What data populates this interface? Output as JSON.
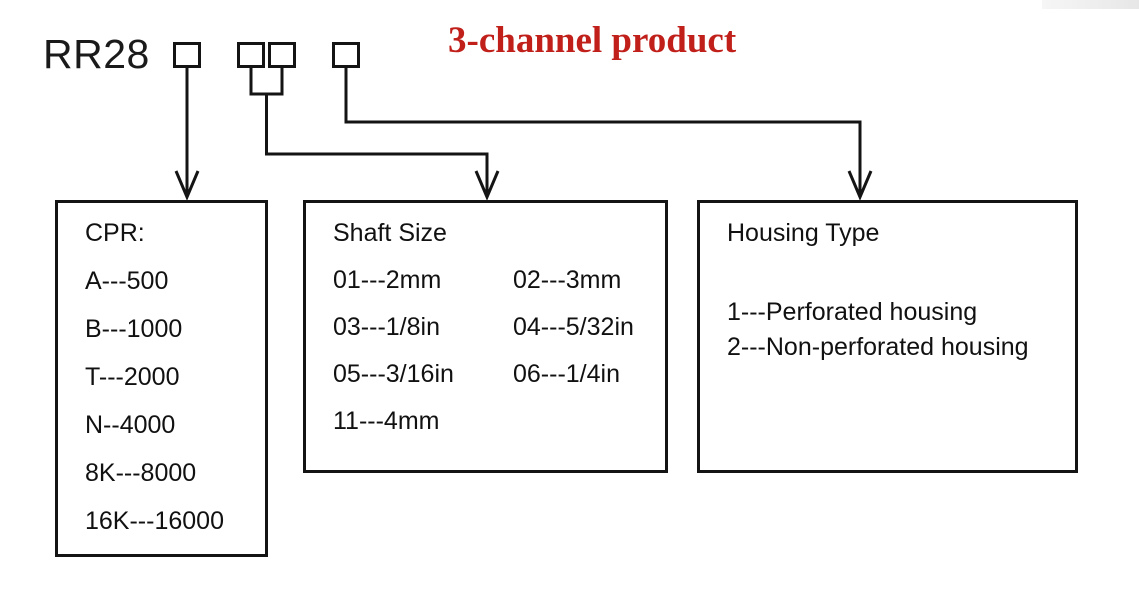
{
  "header": {
    "model": "RR28",
    "channel_label": "3-channel product"
  },
  "colors": {
    "line_black": "#141414",
    "label_red": "#c01f1a"
  },
  "cpr": {
    "title": "CPR:",
    "options": [
      "A---500",
      "B---1000",
      "T---2000",
      "N--4000",
      "8K---8000",
      "16K---16000"
    ]
  },
  "shaft": {
    "title": "Shaft Size",
    "rows": [
      [
        "01---2mm",
        "02---3mm"
      ],
      [
        "03---1/8in",
        "04---5/32in"
      ],
      [
        "05---3/16in",
        "06---1/4in"
      ],
      [
        "11---4mm",
        ""
      ]
    ]
  },
  "housing": {
    "title": "Housing Type",
    "options": [
      "1---Perforated housing",
      "2---Non-perforated housing"
    ]
  }
}
